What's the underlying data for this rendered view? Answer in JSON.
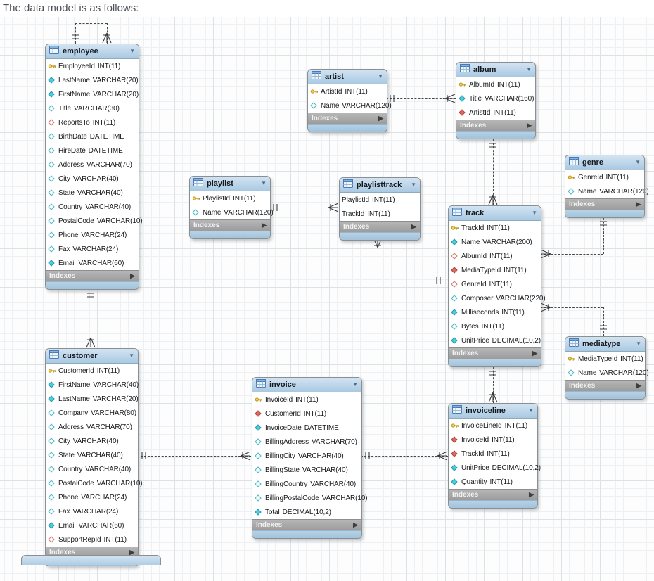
{
  "page": {
    "title": "The data model is as follows:"
  },
  "colors": {
    "header_blue": "#a9c9e2",
    "indexes_gray": "#9c9c9c",
    "line": "#474747",
    "key_icon": "#ffd34d",
    "attr_blue": "#49cfe0",
    "fk_red": "#e2685e",
    "grid": "#dde2e6"
  },
  "diagram": {
    "tables": [
      {
        "id": "employee",
        "name": "employee",
        "footer": "Indexes",
        "columns": [
          {
            "name": "EmployeeId",
            "type": "INT(11)",
            "icon": "key"
          },
          {
            "name": "LastName",
            "type": "VARCHAR(20)",
            "icon": "diamond-blue"
          },
          {
            "name": "FirstName",
            "type": "VARCHAR(20)",
            "icon": "diamond-blue"
          },
          {
            "name": "Title",
            "type": "VARCHAR(30)",
            "icon": "diamond-blue-open"
          },
          {
            "name": "ReportsTo",
            "type": "INT(11)",
            "icon": "diamond-red-open"
          },
          {
            "name": "BirthDate",
            "type": "DATETIME",
            "icon": "diamond-blue-open"
          },
          {
            "name": "HireDate",
            "type": "DATETIME",
            "icon": "diamond-blue-open"
          },
          {
            "name": "Address",
            "type": "VARCHAR(70)",
            "icon": "diamond-blue-open"
          },
          {
            "name": "City",
            "type": "VARCHAR(40)",
            "icon": "diamond-blue-open"
          },
          {
            "name": "State",
            "type": "VARCHAR(40)",
            "icon": "diamond-blue-open"
          },
          {
            "name": "Country",
            "type": "VARCHAR(40)",
            "icon": "diamond-blue-open"
          },
          {
            "name": "PostalCode",
            "type": "VARCHAR(10)",
            "icon": "diamond-blue-open"
          },
          {
            "name": "Phone",
            "type": "VARCHAR(24)",
            "icon": "diamond-blue-open"
          },
          {
            "name": "Fax",
            "type": "VARCHAR(24)",
            "icon": "diamond-blue-open"
          },
          {
            "name": "Email",
            "type": "VARCHAR(60)",
            "icon": "diamond-blue"
          }
        ]
      },
      {
        "id": "artist",
        "name": "artist",
        "footer": "Indexes",
        "columns": [
          {
            "name": "ArtistId",
            "type": "INT(11)",
            "icon": "key"
          },
          {
            "name": "Name",
            "type": "VARCHAR(120)",
            "icon": "diamond-blue-open"
          }
        ]
      },
      {
        "id": "album",
        "name": "album",
        "footer": "Indexes",
        "columns": [
          {
            "name": "AlbumId",
            "type": "INT(11)",
            "icon": "key"
          },
          {
            "name": "Title",
            "type": "VARCHAR(160)",
            "icon": "diamond-blue"
          },
          {
            "name": "ArtistId",
            "type": "INT(11)",
            "icon": "diamond-red"
          }
        ]
      },
      {
        "id": "playlist",
        "name": "playlist",
        "footer": "Indexes",
        "columns": [
          {
            "name": "PlaylistId",
            "type": "INT(11)",
            "icon": "key"
          },
          {
            "name": "Name",
            "type": "VARCHAR(120)",
            "icon": "diamond-blue-open"
          }
        ]
      },
      {
        "id": "playlisttrack",
        "name": "playlisttrack",
        "footer": "Indexes",
        "columns": [
          {
            "name": "PlaylistId",
            "type": "INT(11)",
            "icon": null
          },
          {
            "name": "TrackId",
            "type": "INT(11)",
            "icon": null
          }
        ]
      },
      {
        "id": "track",
        "name": "track",
        "footer": "Indexes",
        "columns": [
          {
            "name": "TrackId",
            "type": "INT(11)",
            "icon": "key"
          },
          {
            "name": "Name",
            "type": "VARCHAR(200)",
            "icon": "diamond-blue"
          },
          {
            "name": "AlbumId",
            "type": "INT(11)",
            "icon": "diamond-red-open"
          },
          {
            "name": "MediaTypeId",
            "type": "INT(11)",
            "icon": "diamond-red"
          },
          {
            "name": "GenreId",
            "type": "INT(11)",
            "icon": "diamond-red-open"
          },
          {
            "name": "Composer",
            "type": "VARCHAR(220)",
            "icon": "diamond-blue-open"
          },
          {
            "name": "Milliseconds",
            "type": "INT(11)",
            "icon": "diamond-blue"
          },
          {
            "name": "Bytes",
            "type": "INT(11)",
            "icon": "diamond-blue-open"
          },
          {
            "name": "UnitPrice",
            "type": "DECIMAL(10,2)",
            "icon": "diamond-blue"
          }
        ]
      },
      {
        "id": "genre",
        "name": "genre",
        "footer": "Indexes",
        "columns": [
          {
            "name": "GenreId",
            "type": "INT(11)",
            "icon": "key"
          },
          {
            "name": "Name",
            "type": "VARCHAR(120)",
            "icon": "diamond-blue-open"
          }
        ]
      },
      {
        "id": "mediatype",
        "name": "mediatype",
        "footer": "Indexes",
        "columns": [
          {
            "name": "MediaTypeId",
            "type": "INT(11)",
            "icon": "key"
          },
          {
            "name": "Name",
            "type": "VARCHAR(120)",
            "icon": "diamond-blue-open"
          }
        ]
      },
      {
        "id": "customer",
        "name": "customer",
        "footer": "Indexes",
        "columns": [
          {
            "name": "CustomerId",
            "type": "INT(11)",
            "icon": "key"
          },
          {
            "name": "FirstName",
            "type": "VARCHAR(40)",
            "icon": "diamond-blue"
          },
          {
            "name": "LastName",
            "type": "VARCHAR(20)",
            "icon": "diamond-blue"
          },
          {
            "name": "Company",
            "type": "VARCHAR(80)",
            "icon": "diamond-blue-open"
          },
          {
            "name": "Address",
            "type": "VARCHAR(70)",
            "icon": "diamond-blue-open"
          },
          {
            "name": "City",
            "type": "VARCHAR(40)",
            "icon": "diamond-blue-open"
          },
          {
            "name": "State",
            "type": "VARCHAR(40)",
            "icon": "diamond-blue-open"
          },
          {
            "name": "Country",
            "type": "VARCHAR(40)",
            "icon": "diamond-blue-open"
          },
          {
            "name": "PostalCode",
            "type": "VARCHAR(10)",
            "icon": "diamond-blue-open"
          },
          {
            "name": "Phone",
            "type": "VARCHAR(24)",
            "icon": "diamond-blue-open"
          },
          {
            "name": "Fax",
            "type": "VARCHAR(24)",
            "icon": "diamond-blue-open"
          },
          {
            "name": "Email",
            "type": "VARCHAR(60)",
            "icon": "diamond-blue"
          },
          {
            "name": "SupportRepId",
            "type": "INT(11)",
            "icon": "diamond-red-open"
          }
        ]
      },
      {
        "id": "invoice",
        "name": "invoice",
        "footer": "Indexes",
        "columns": [
          {
            "name": "InvoiceId",
            "type": "INT(11)",
            "icon": "key"
          },
          {
            "name": "CustomerId",
            "type": "INT(11)",
            "icon": "diamond-red"
          },
          {
            "name": "InvoiceDate",
            "type": "DATETIME",
            "icon": "diamond-blue"
          },
          {
            "name": "BillingAddress",
            "type": "VARCHAR(70)",
            "icon": "diamond-blue-open"
          },
          {
            "name": "BillingCity",
            "type": "VARCHAR(40)",
            "icon": "diamond-blue-open"
          },
          {
            "name": "BillingState",
            "type": "VARCHAR(40)",
            "icon": "diamond-blue-open"
          },
          {
            "name": "BillingCountry",
            "type": "VARCHAR(40)",
            "icon": "diamond-blue-open"
          },
          {
            "name": "BillingPostalCode",
            "type": "VARCHAR(10)",
            "icon": "diamond-blue-open"
          },
          {
            "name": "Total",
            "type": "DECIMAL(10,2)",
            "icon": "diamond-blue"
          }
        ]
      },
      {
        "id": "invoiceline",
        "name": "invoiceline",
        "footer": "Indexes",
        "columns": [
          {
            "name": "InvoiceLineId",
            "type": "INT(11)",
            "icon": "key"
          },
          {
            "name": "InvoiceId",
            "type": "INT(11)",
            "icon": "diamond-red"
          },
          {
            "name": "TrackId",
            "type": "INT(11)",
            "icon": "diamond-red"
          },
          {
            "name": "UnitPrice",
            "type": "DECIMAL(10,2)",
            "icon": "diamond-blue"
          },
          {
            "name": "Quantity",
            "type": "INT(11)",
            "icon": "diamond-blue"
          }
        ]
      }
    ],
    "relationships": [
      {
        "id": "employee_employee",
        "parent": "employee",
        "child": "employee",
        "cardinality": "1:n",
        "identifying": false
      },
      {
        "id": "employee_customer",
        "parent": "employee",
        "child": "customer",
        "cardinality": "1:n",
        "identifying": false
      },
      {
        "id": "artist_album",
        "parent": "artist",
        "child": "album",
        "cardinality": "1:n",
        "identifying": false
      },
      {
        "id": "playlist_playlisttrack",
        "parent": "playlist",
        "child": "playlisttrack",
        "cardinality": "1:n",
        "identifying": true
      },
      {
        "id": "track_playlisttrack",
        "parent": "track",
        "child": "playlisttrack",
        "cardinality": "1:n",
        "identifying": true
      },
      {
        "id": "album_track",
        "parent": "album",
        "child": "track",
        "cardinality": "1:n",
        "identifying": false
      },
      {
        "id": "genre_track",
        "parent": "genre",
        "child": "track",
        "cardinality": "1:n",
        "identifying": false
      },
      {
        "id": "mediatype_track",
        "parent": "mediatype",
        "child": "track",
        "cardinality": "1:n",
        "identifying": false
      },
      {
        "id": "customer_invoice",
        "parent": "customer",
        "child": "invoice",
        "cardinality": "1:n",
        "identifying": false
      },
      {
        "id": "invoice_invoiceline",
        "parent": "invoice",
        "child": "invoiceline",
        "cardinality": "1:n",
        "identifying": false
      },
      {
        "id": "track_invoiceline",
        "parent": "track",
        "child": "invoiceline",
        "cardinality": "1:n",
        "identifying": false
      }
    ]
  }
}
